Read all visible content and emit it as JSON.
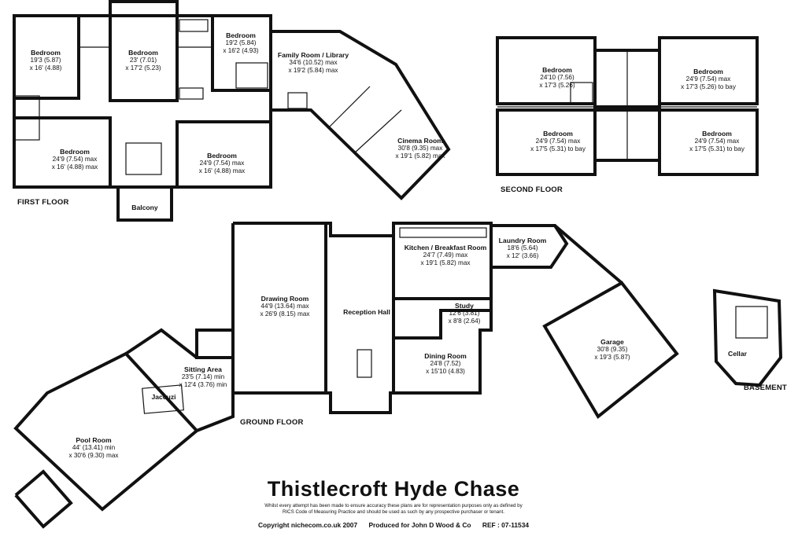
{
  "title": "Thistlecroft  Hyde Chase",
  "disclaimer": "Whilst every attempt has been made to ensure accuracy these plans are for representation purposes only as defined by RICS Code of Measuring Practice and should be used as such by any prospective purchaser or tenant.",
  "footer": {
    "copyright": "Copyright nichecom.co.uk 2007",
    "produced": "Produced for John D Wood & Co",
    "ref": "REF :  07-11534"
  },
  "floors": {
    "first": "FIRST FLOOR",
    "second": "SECOND FLOOR",
    "ground": "GROUND FLOOR",
    "basement": "BASEMENT"
  },
  "rooms": {
    "ff_bed1": {
      "name": "Bedroom",
      "dims": [
        "19'3 (5.87)",
        "x 16' (4.88)"
      ]
    },
    "ff_bed2": {
      "name": "Bedroom",
      "dims": [
        "23' (7.01)",
        "x 17'2 (5.23)"
      ]
    },
    "ff_bed3": {
      "name": "Bedroom",
      "dims": [
        "19'2 (5.84)",
        "x 16'2 (4.93)"
      ]
    },
    "ff_bed4": {
      "name": "Bedroom",
      "dims": [
        "24'9 (7.54) max",
        "x 16' (4.88) max"
      ]
    },
    "ff_bed5": {
      "name": "Bedroom",
      "dims": [
        "24'9 (7.54) max",
        "x 16' (4.88) max"
      ]
    },
    "ff_family": {
      "name": "Family Room / Library",
      "dims": [
        "34'6 (10.52) max",
        "x 19'2 (5.84) max"
      ]
    },
    "ff_cinema": {
      "name": "Cinema Room",
      "dims": [
        "30'8 (9.35) max",
        "x 19'1 (5.82) max"
      ]
    },
    "ff_balcony": {
      "name": "Balcony",
      "dims": []
    },
    "sf_bed1": {
      "name": "Bedroom",
      "dims": [
        "24'10 (7.56)",
        "x 17'3 (5.26)"
      ]
    },
    "sf_bed2": {
      "name": "Bedroom",
      "dims": [
        "24'9 (7.54) max",
        "x 17'3 (5.26) to bay"
      ]
    },
    "sf_bed3": {
      "name": "Bedroom",
      "dims": [
        "24'9 (7.54) max",
        "x 17'5 (5.31) to bay"
      ]
    },
    "sf_bed4": {
      "name": "Bedroom",
      "dims": [
        "24'9 (7.54) max",
        "x 17'5 (5.31) to bay"
      ]
    },
    "gf_kitchen": {
      "name": "Kitchen / Breakfast Room",
      "dims": [
        "24'7 (7.49) max",
        "x 19'1 (5.82) max"
      ]
    },
    "gf_laundry": {
      "name": "Laundry Room",
      "dims": [
        "18'6 (5.64)",
        "x 12' (3.66)"
      ]
    },
    "gf_drawing": {
      "name": "Drawing Room",
      "dims": [
        "44'9 (13.64) max",
        "x 26'9 (8.15) max"
      ]
    },
    "gf_reception": {
      "name": "Reception Hall",
      "dims": []
    },
    "gf_study": {
      "name": "Study",
      "dims": [
        "12'6 (3.81)",
        "x 8'8 (2.64)"
      ]
    },
    "gf_dining": {
      "name": "Dining Room",
      "dims": [
        "24'8 (7.52)",
        "x 15'10 (4.83)"
      ]
    },
    "gf_garage": {
      "name": "Garage",
      "dims": [
        "30'8 (9.35)",
        "x 19'3 (5.87)"
      ]
    },
    "gf_sitting": {
      "name": "Sitting Area",
      "dims": [
        "23'5 (7.14) min",
        "x 12'4 (3.76) min"
      ]
    },
    "gf_jaccuzi": {
      "name": "Jaccuzi",
      "dims": []
    },
    "gf_pool": {
      "name": "Pool Room",
      "dims": [
        "44' (13.41) min",
        "x 30'6 (9.30) max"
      ]
    },
    "bs_cellar": {
      "name": "Cellar",
      "dims": []
    }
  }
}
